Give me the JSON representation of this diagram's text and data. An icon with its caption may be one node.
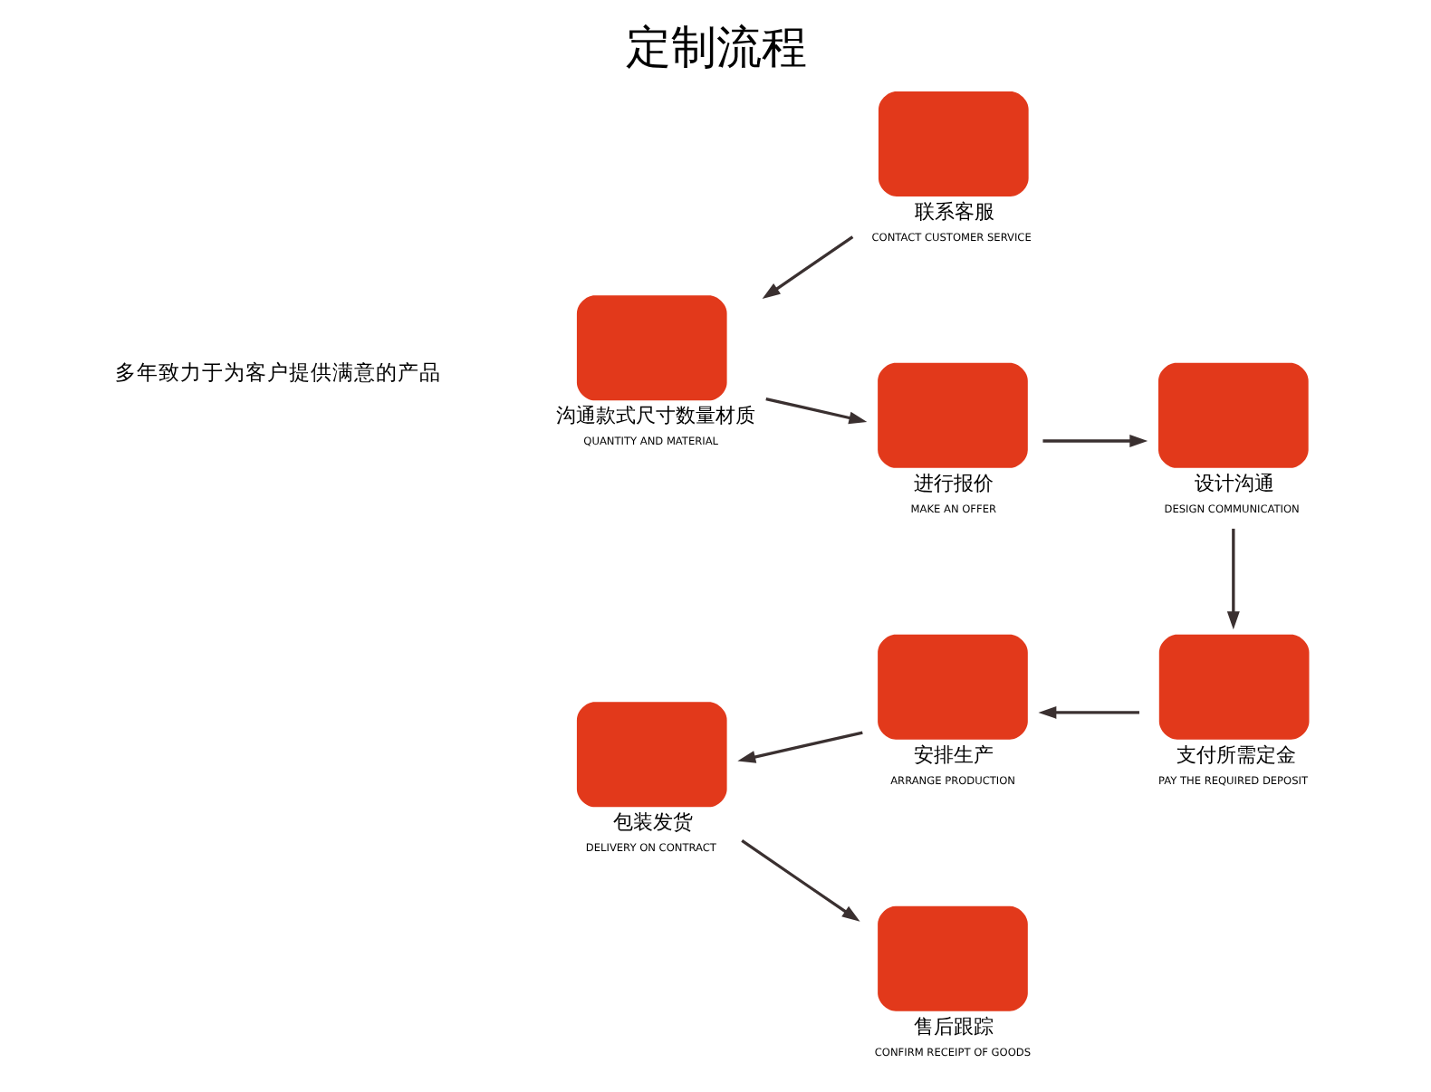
{
  "diagram": {
    "title": "定制流程",
    "nodes": [
      {
        "text": [
          "联系客服",
          "CONTACT CUSTOMER SERVICE"
        ]
      },
      {
        "text": [
          "沟通款式尺寸数量材质",
          "QUANTITY AND MATERIAL"
        ]
      },
      {
        "text": [
          "进行报价",
          "MAKE AN OFFER"
        ]
      },
      {
        "text": [
          "设计沟通",
          "DESIGN COMMUNICATION"
        ]
      },
      {
        "text": [
          "支付所需定金",
          "PAY THE REQUIRED DEPOSIT"
        ]
      },
      {
        "text": [
          "安排生产",
          "ARRANGE PRODUCTION"
        ]
      },
      {
        "text": [
          "包装发货",
          "DELIVERY ON CONTRACT"
        ]
      },
      {
        "text": [
          "售后跟踪",
          "CONFIRM RECEIPT OF GOODS"
        ]
      }
    ],
    "edges": [
      {
        "from": 0,
        "to": 1,
        "arrow": "to"
      },
      {
        "from": 1,
        "to": 2,
        "arrow": "to"
      },
      {
        "from": 2,
        "to": 3,
        "arrow": "to"
      },
      {
        "from": 3,
        "to": 4,
        "arrow": "to"
      },
      {
        "from": 4,
        "to": 5,
        "arrow": "to"
      },
      {
        "from": 5,
        "to": 6,
        "arrow": "to"
      },
      {
        "from": 6,
        "to": 7,
        "arrow": "to"
      }
    ],
    "labels": [
      "多年致力于为客户提供满意的产品"
    ]
  }
}
